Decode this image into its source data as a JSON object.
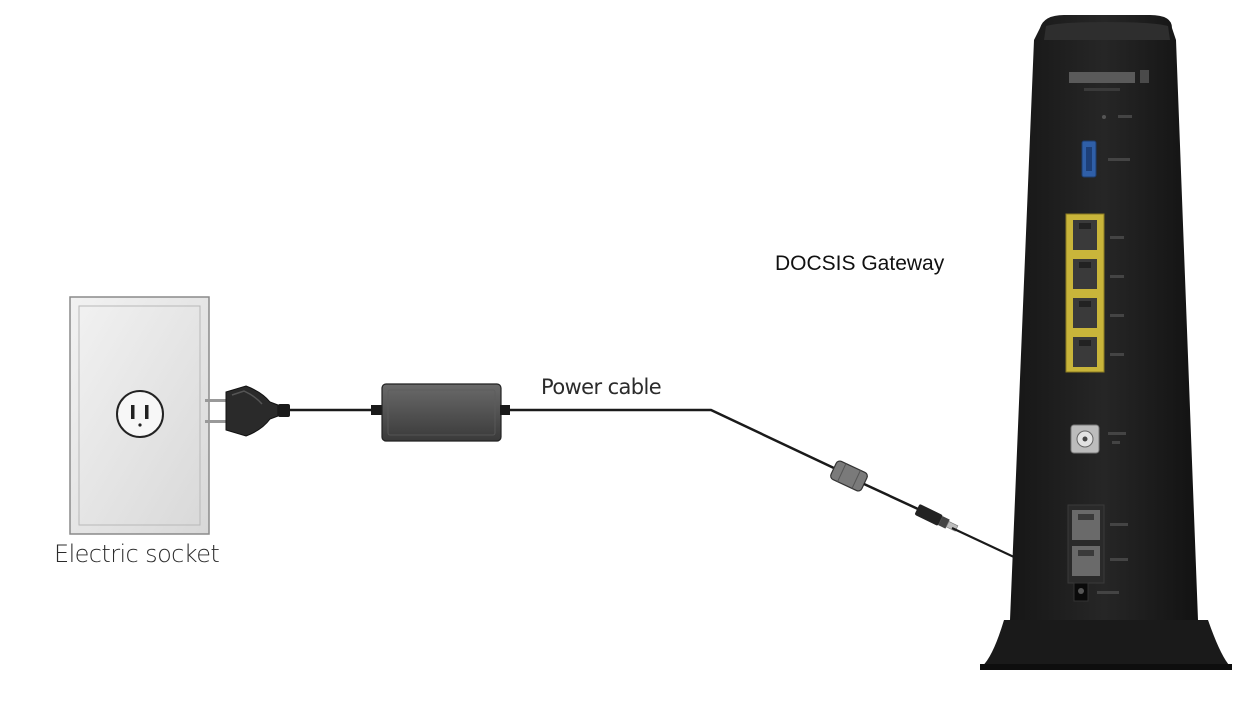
{
  "labels": {
    "socket": "Electric socket",
    "cable": "Power cable",
    "gateway": "DOCSIS Gateway"
  },
  "colors": {
    "device_body": "#1f1f1f",
    "lan_ports": "#c9b53a",
    "usb_port": "#2f5fa8",
    "cable": "#1a1a1a",
    "adapter": "#4a4a4a",
    "wall_plate": "#e6e6e6"
  },
  "icons": {
    "outlet": "power-outlet-icon",
    "plug": "power-plug-icon",
    "adapter": "power-adapter-icon",
    "ferrite": "ferrite-core-icon",
    "dc_connector": "dc-connector-icon"
  }
}
